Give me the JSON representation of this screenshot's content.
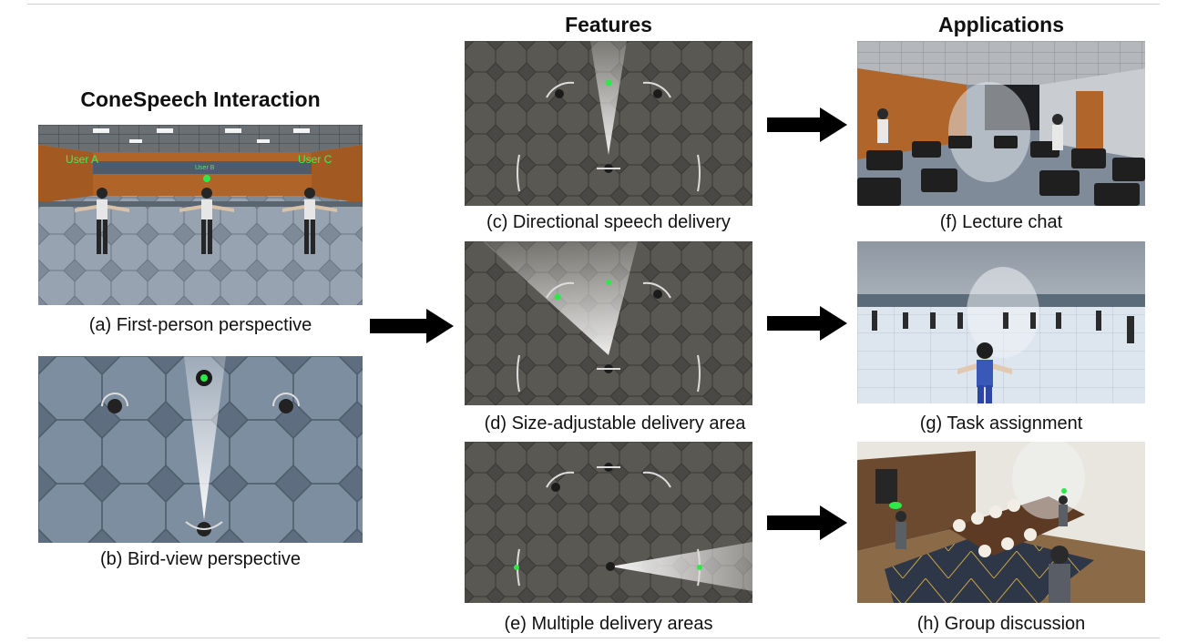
{
  "headings": {
    "interaction": "ConeSpeech Interaction",
    "features": "Features",
    "applications": "Applications"
  },
  "avatar_labels": {
    "a": "User A",
    "b": "User B",
    "c": "User C"
  },
  "captions": {
    "a": "(a)  First-person perspective",
    "b": "(b)  Bird-view perspective",
    "c": "(c)  Directional speech delivery",
    "d": "(d)  Size-adjustable delivery area",
    "e": "(e)  Multiple delivery areas",
    "f": "(f)  Lecture chat",
    "g": "(g)  Task assignment",
    "h": "(h)  Group discussion"
  },
  "colors": {
    "cone_green": "#2ee84a",
    "arrow": "#000000"
  }
}
